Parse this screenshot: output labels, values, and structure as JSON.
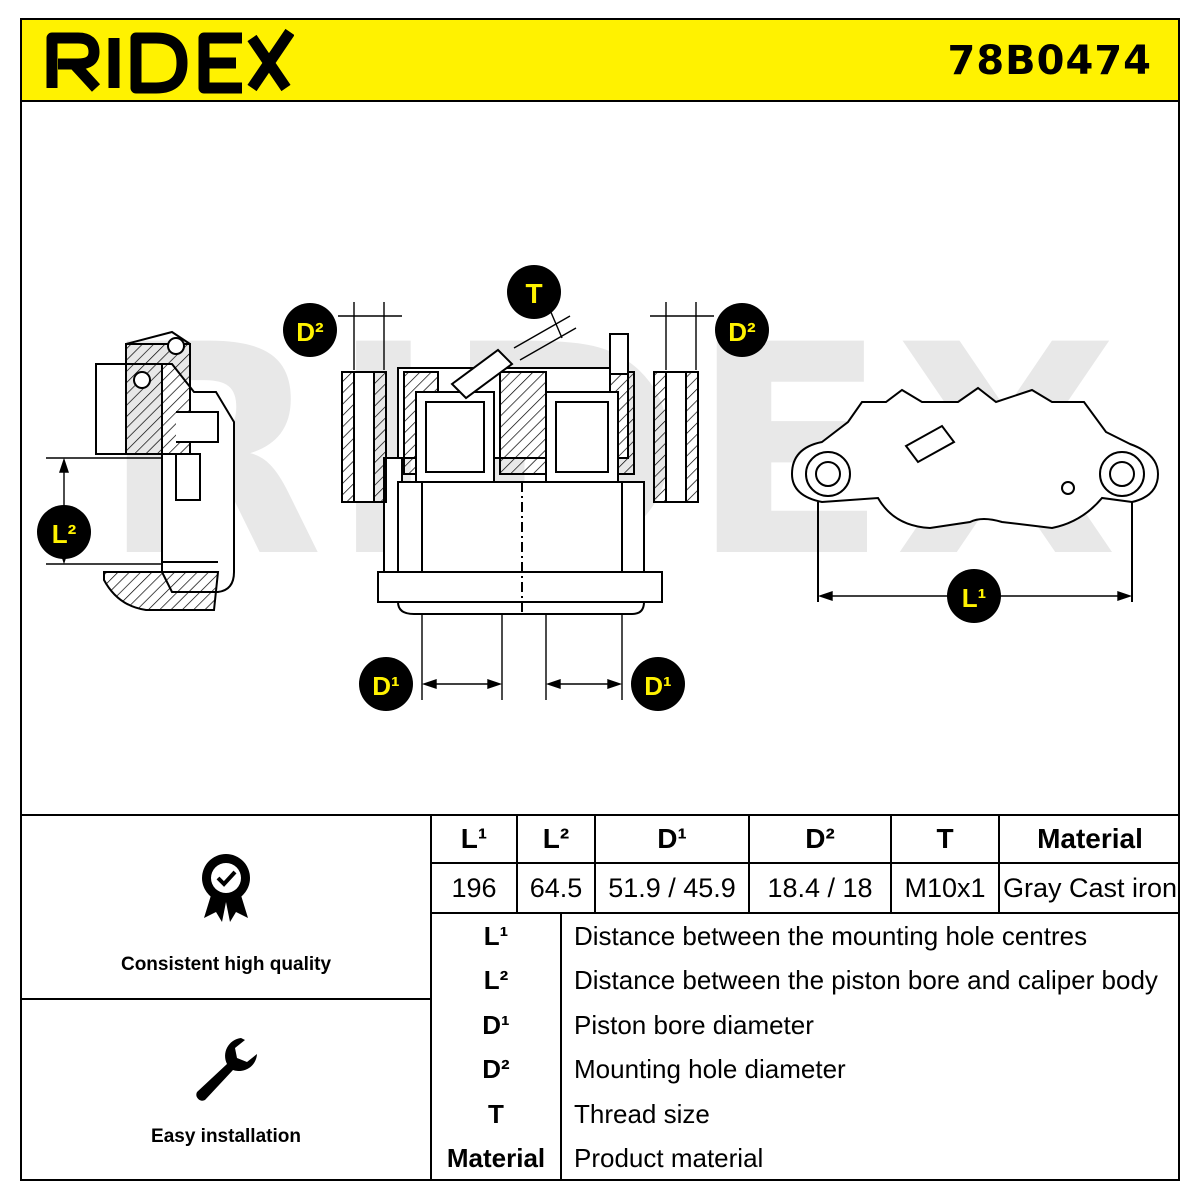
{
  "header": {
    "brand": "RIDEX",
    "part_number": "78B0474",
    "background_color": "#fff200"
  },
  "drawing": {
    "labels": {
      "t": "T",
      "d2_left": "D²",
      "d2_right": "D²",
      "l2": "L²",
      "l1": "L¹",
      "d1_left": "D¹",
      "d1_right": "D¹"
    },
    "watermark": "RIDEX"
  },
  "features": [
    {
      "icon": "quality-badge-icon",
      "label": "Consistent high quality"
    },
    {
      "icon": "wrench-icon",
      "label": "Easy installation"
    }
  ],
  "spec_table": {
    "headers": [
      "L¹",
      "L²",
      "D¹",
      "D²",
      "T",
      "Material"
    ],
    "values": [
      "196",
      "64.5",
      "51.9 / 45.9",
      "18.4 / 18",
      "M10x1",
      "Gray Cast iron"
    ]
  },
  "legend": [
    {
      "key": "L¹",
      "desc": "Distance between the mounting hole centres"
    },
    {
      "key": "L²",
      "desc": "Distance between the piston bore and caliper body"
    },
    {
      "key": "D¹",
      "desc": "Piston bore diameter"
    },
    {
      "key": "D²",
      "desc": "Mounting hole diameter"
    },
    {
      "key": "T",
      "desc": "Thread size"
    },
    {
      "key": "Material",
      "desc": "Product material"
    }
  ]
}
